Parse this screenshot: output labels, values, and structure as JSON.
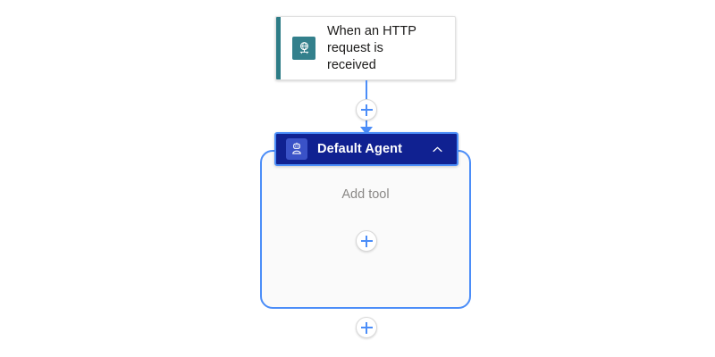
{
  "canvas": {
    "background_color": "#ffffff",
    "accent_color": "#4b8df8"
  },
  "trigger": {
    "title": "When an HTTP request is received",
    "title_line1": "When an HTTP",
    "title_line2": "request is received",
    "icon": "http-globe-icon",
    "icon_color": "#33808c",
    "accent_color": "#2d7c86"
  },
  "connectors": {
    "top_plus_label": "+",
    "bottom_plus_label": "+"
  },
  "agent": {
    "title": "Default Agent",
    "icon": "robot-agent-icon",
    "header_color": "#102191",
    "border_color": "#4b8df8",
    "collapse_icon": "chevron-up-icon",
    "body": {
      "add_tool_label": "Add tool",
      "add_tool_plus_label": "+"
    }
  }
}
